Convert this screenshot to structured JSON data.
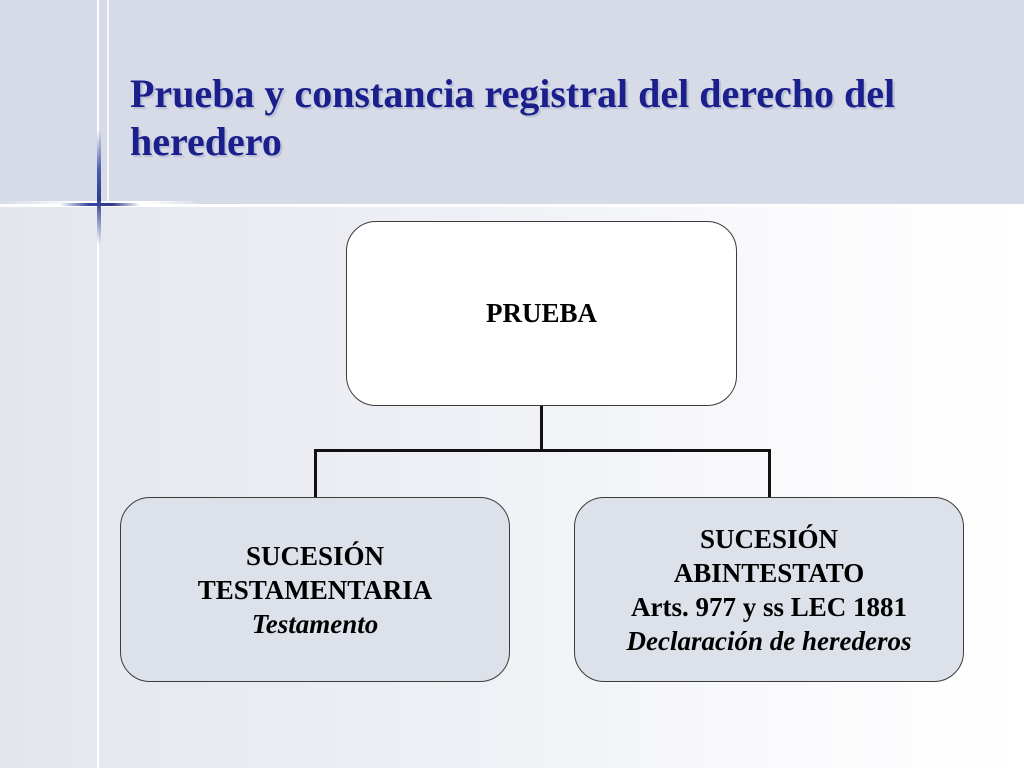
{
  "slide": {
    "title": "Prueba y constancia registral del derecho del heredero"
  },
  "diagram": {
    "root": {
      "label": "PRUEBA"
    },
    "left": {
      "line1": "SUCESIÓN",
      "line2": "TESTAMENTARIA",
      "line3": "Testamento"
    },
    "right": {
      "line1": "SUCESIÓN",
      "line2": "ABINTESTATO",
      "line3": "Arts. 977 y ss LEC 1881",
      "line4": "Declaración de herederos"
    }
  },
  "colors": {
    "title": "#1a1f8c",
    "header_band": "#d6dbe7",
    "child_box_fill": "#dde1ea",
    "root_box_fill": "#ffffff"
  }
}
